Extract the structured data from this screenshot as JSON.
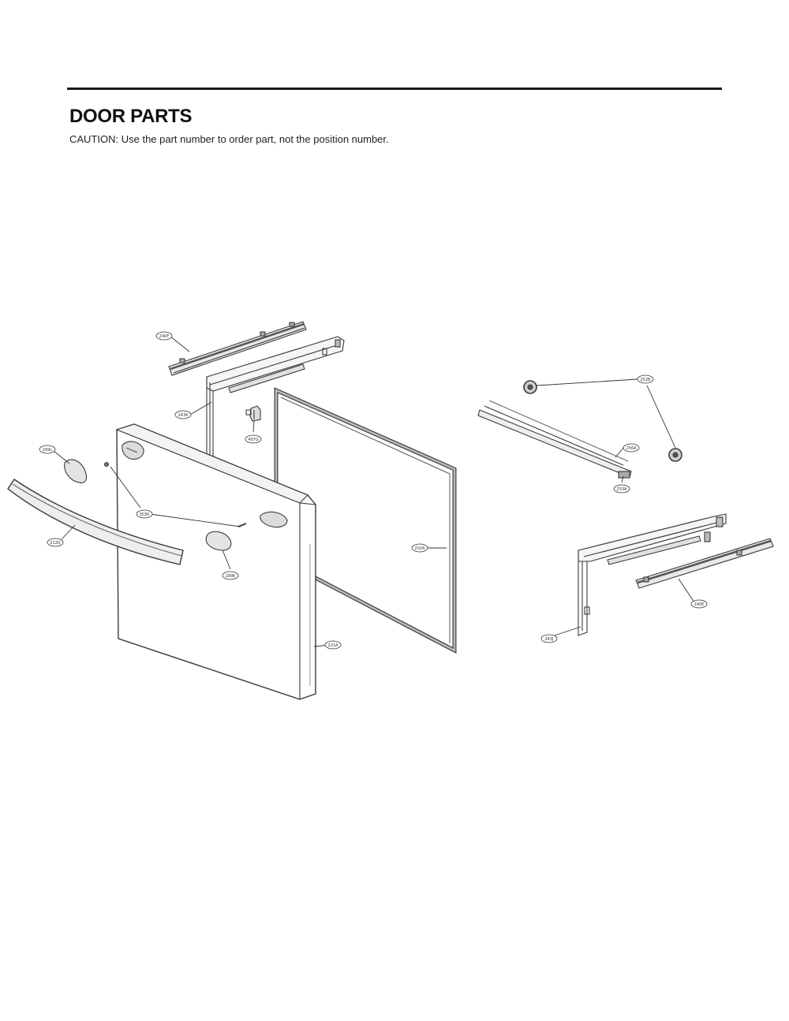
{
  "header": {
    "title": "DOOR PARTS",
    "caution": "CAUTION: Use the part number to order part, not the position number."
  },
  "callouts": {
    "c1": "240F",
    "c2": "243K",
    "c3": "407G",
    "c4": "299L",
    "c5": "303K",
    "c6": "212D",
    "c7": "299K",
    "c8": "202A",
    "c9": "221A",
    "c10": "252B",
    "c11": "256A",
    "c12": "253A",
    "c13": "243J",
    "c14": "240E"
  },
  "colors": {
    "line": "#3a3a3a",
    "text": "#111111",
    "rule": "#1a1a1a"
  }
}
